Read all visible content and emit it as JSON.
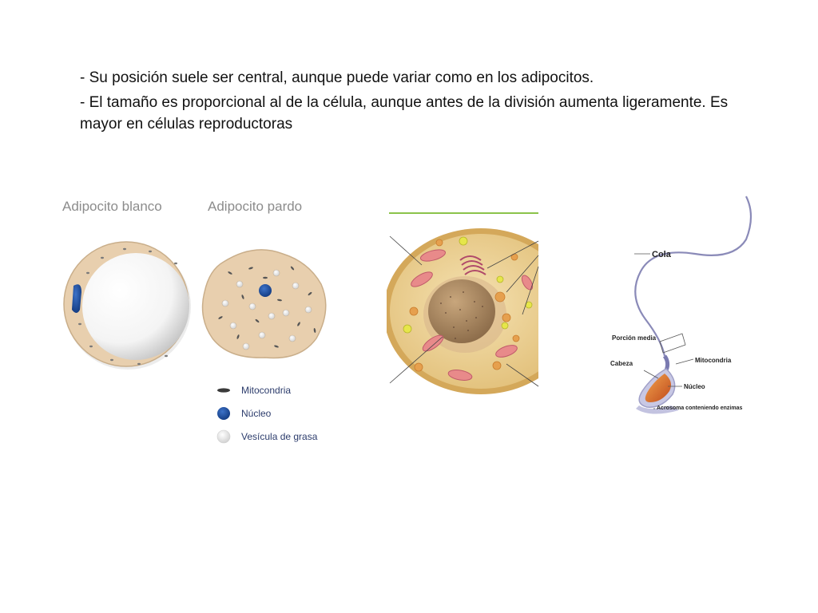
{
  "text": {
    "bullet1": "- Su posición suele ser central, aunque puede variar como en los adipocitos.",
    "bullet2": "- El tamaño es proporcional al de la célula, aunque antes de la división aumenta ligeramente. Es mayor en células reproductoras"
  },
  "adipocytes": {
    "title_white": "Adipocito blanco",
    "title_brown": "Adipocito pardo",
    "legend": {
      "mitochondria": "Mitocondria",
      "nucleus": "Núcleo",
      "fat_vesicle": "Vesícula de grasa"
    }
  },
  "sperm": {
    "tail": "Cola",
    "midpiece": "Porción media",
    "head": "Cabeza",
    "mitochondria": "Mitocondria",
    "nucleus": "Núcleo",
    "acrosome": "Acrosoma conteniendo enzimas"
  },
  "colors": {
    "cytoplasm": "#e8cfae",
    "nucleus_blue": "#1e4e9c",
    "label_gray": "#8c8c8c",
    "label_blue": "#2c3c6c",
    "green_line": "#8bc34a"
  }
}
